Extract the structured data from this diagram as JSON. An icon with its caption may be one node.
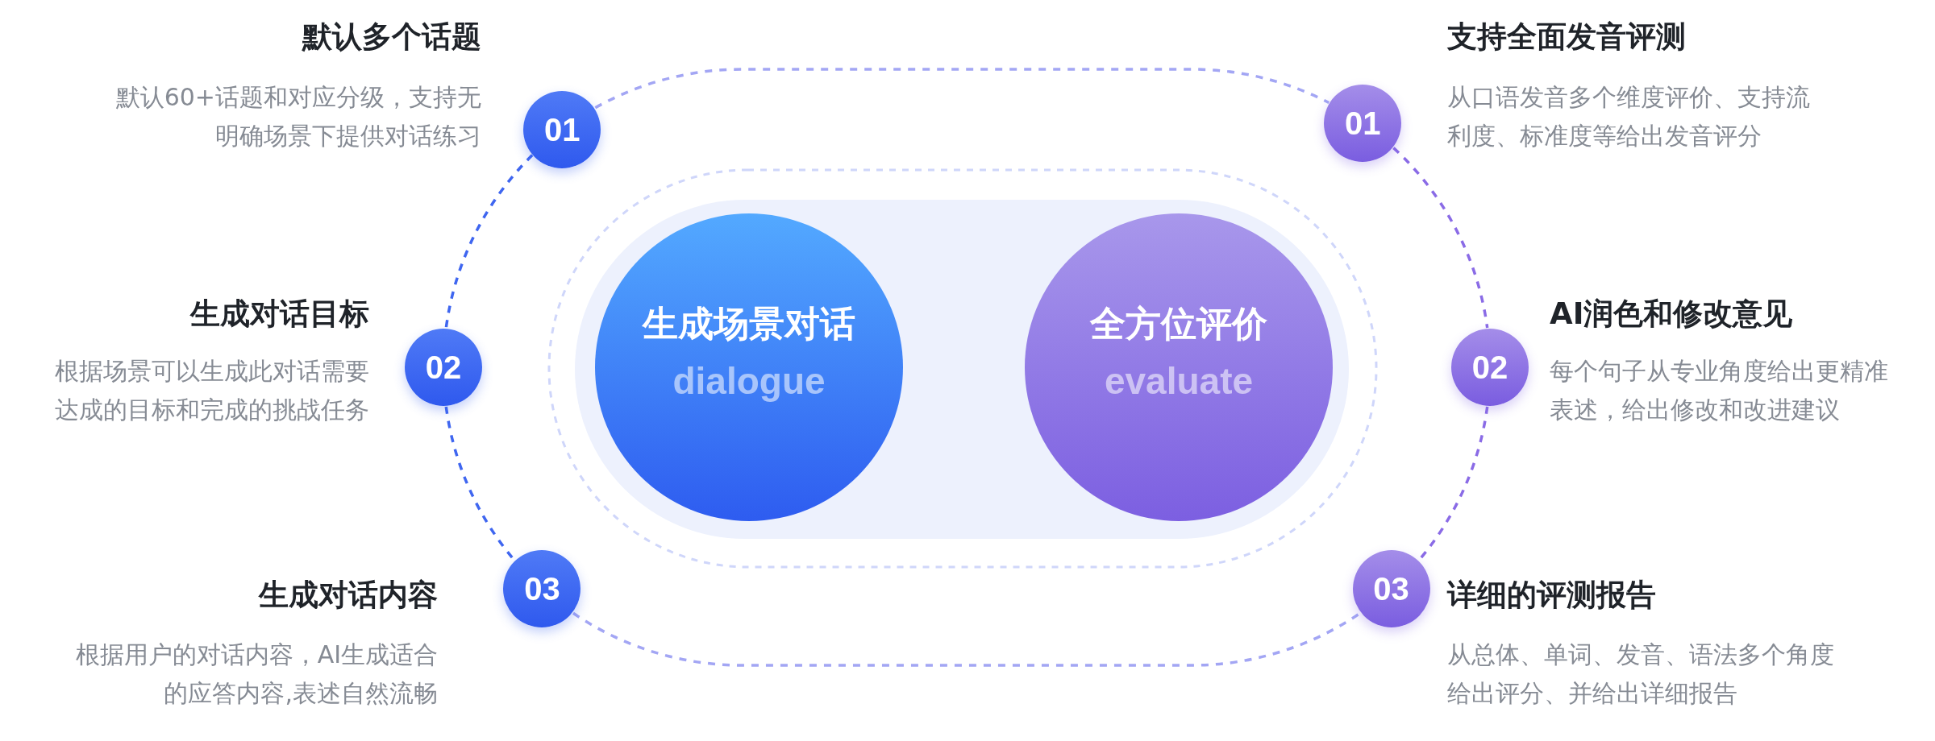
{
  "diagram": {
    "nodes": [
      {
        "text": [
          "01"
        ],
        "beside": [
          "默认多个话题",
          "默认60+话题和对应分级，支持无明确场景下提供对话练习"
        ]
      },
      {
        "text": [
          "01"
        ],
        "beside": [
          "支持全面发音评测",
          "从口语发音多个维度评价、支持流利度、标准度等给出发音评分"
        ]
      },
      {
        "text": [],
        "shape": "box"
      },
      {
        "text": [
          "生成场景对话",
          "dialogue"
        ],
        "in": 2
      },
      {
        "text": [
          "全方位评价",
          "evaluate"
        ],
        "in": 2
      },
      {
        "text": [
          "02"
        ],
        "beside": [
          "生成对话目标",
          "根据场景可以生成此对话需要达成的目标和完成的挑战任务"
        ]
      },
      {
        "text": [
          "02"
        ],
        "beside": [
          "AI润色和修改意见",
          "每个句子从专业角度给出更精准表述，给出修改和改进建议"
        ]
      },
      {
        "text": [
          "03"
        ],
        "beside": [
          "生成对话内容",
          "根据用户的对话内容，AI生成适合的应答内容,表述自然流畅"
        ]
      },
      {
        "text": [
          "03"
        ],
        "beside": [
          "详细的评测报告",
          "从总体、单词、发音、语法多个角度给出评分、并给出详细报告"
        ]
      }
    ],
    "edges": [
      {
        "from": 0,
        "to": 1,
        "arrow": "none",
        "style": "dashed",
        "color": "#a3a6f4"
      },
      {
        "from": 0,
        "to": 5,
        "arrow": "none",
        "style": "dashed",
        "color": "#3f66f0"
      },
      {
        "from": 5,
        "to": 7,
        "arrow": "none",
        "style": "dashed",
        "color": "#3f66f0"
      },
      {
        "from": 1,
        "to": 6,
        "arrow": "none",
        "style": "dashed",
        "color": "#8a6be6"
      },
      {
        "from": 6,
        "to": 8,
        "arrow": "none",
        "style": "dashed",
        "color": "#8a6be6"
      },
      {
        "from": 7,
        "to": 8,
        "arrow": "none",
        "style": "dashed",
        "color": "#a3a6f4"
      }
    ]
  }
}
